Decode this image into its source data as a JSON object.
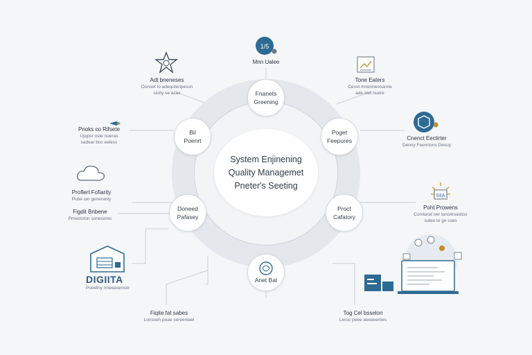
{
  "center": {
    "line1": "System Enjinening",
    "line2": "Quality Managemet",
    "line3": "Pneter's Seeting"
  },
  "nodes": {
    "top": [
      "Fnanets",
      "Greening"
    ],
    "upper_left": [
      "Bil",
      "Poenrt"
    ],
    "upper_right": [
      "Poget",
      "Feepures"
    ],
    "lower_left": [
      "Doneed",
      "Pafasey"
    ],
    "lower_right": [
      "Proct",
      "Cafatory"
    ],
    "bottom": [
      "Anet Bat"
    ]
  },
  "labels": {
    "top": {
      "title": "Mnn Ualee"
    },
    "top_left": {
      "title": "Adt bneneses",
      "sub1": "Oonset to adequtenpessn",
      "sub2": "sisby se acas"
    },
    "top_right": {
      "title": "Tone Eaters",
      "sub1": "Censt mnennesnanne",
      "sub2": "ade stet nuere"
    },
    "left_upper": {
      "title": "Pnoks co Rifsete",
      "sub1": "Upgtsr oste noeras",
      "sub2": "sadear boc eeless"
    },
    "right_upper": {
      "title": "Cnenct Eectirter",
      "sub1": "Denny Feenrtons Desuy"
    },
    "left_mid": {
      "title": "Proflert Fofiarity",
      "sub1": "Pube cer generanty"
    },
    "left_lower": {
      "title": "Figdit Bnbene",
      "sub1": "Pmectoton sonesores"
    },
    "right_mid": {
      "title": "Poht Prowens",
      "sub1": "Comtarat oer tansinoastiss",
      "sub2": "sutee te ge sses"
    },
    "logo": {
      "title": "DIGIITA",
      "sub1": "Poeetny nneeasenser"
    },
    "bottom_left": {
      "title": "Fiqite fat sabes",
      "sub1": "Lonsseh poae sereenlael"
    },
    "bottom_right": {
      "title": "Tog Cel bsselon",
      "sub1": "Lerus peee aeeasemes"
    }
  },
  "badges": {
    "top_icon": "1/5",
    "sun_icon": "SI|A"
  },
  "colors": {
    "accent": "#2d6a94",
    "line": "#c8cdd5",
    "ring": "#e4e7ec"
  }
}
